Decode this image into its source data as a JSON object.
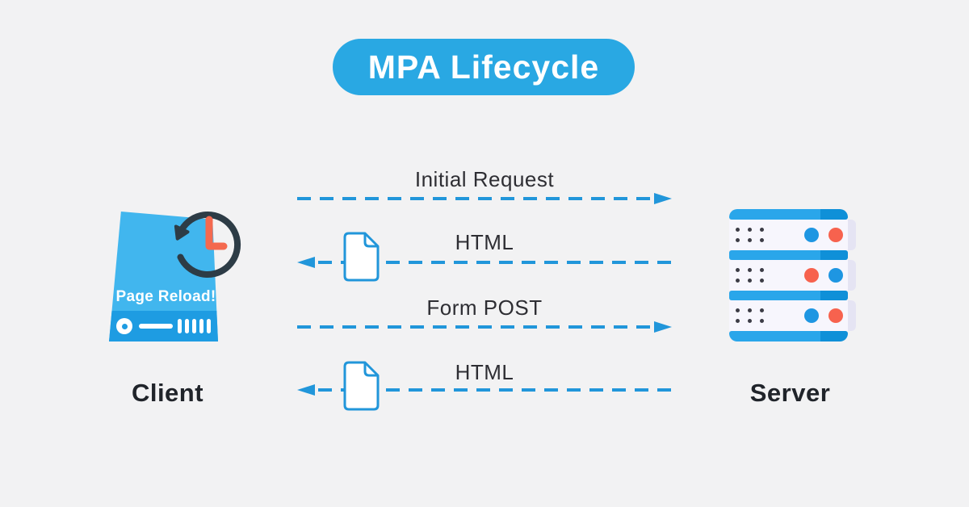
{
  "page": {
    "background": "#f2f2f3"
  },
  "title": {
    "label": "MPA Lifecycle"
  },
  "client": {
    "label": "Client",
    "badge": "Page Reload!"
  },
  "server": {
    "label": "Server"
  },
  "messages": [
    {
      "label": "Initial Request",
      "direction": "right",
      "document_icon": false
    },
    {
      "label": "HTML",
      "direction": "left",
      "document_icon": true
    },
    {
      "label": "Form POST",
      "direction": "right",
      "document_icon": false
    },
    {
      "label": "HTML",
      "direction": "left",
      "document_icon": true
    }
  ],
  "icons": {
    "client": "computer-with-reload-clock-icon",
    "server": "server-rack-icon",
    "attachment": "document-file-icon"
  },
  "colors": {
    "title_pill": "#29a8e3",
    "arrow_blue": "#2196da",
    "client_face": "#41b6ee",
    "client_strip": "#1e9ce2",
    "server_bar": "#2aa6ea",
    "server_bar_dark": "#0f90d8",
    "server_panel": "#f7f6fd",
    "server_panel_shadow": "#e5e4f3",
    "led_blue": "#1e96e2",
    "led_red": "#f7624e",
    "clock_ring": "#2d3c46",
    "clock_hands": "#f4694f",
    "text_dark": "#24282d"
  }
}
